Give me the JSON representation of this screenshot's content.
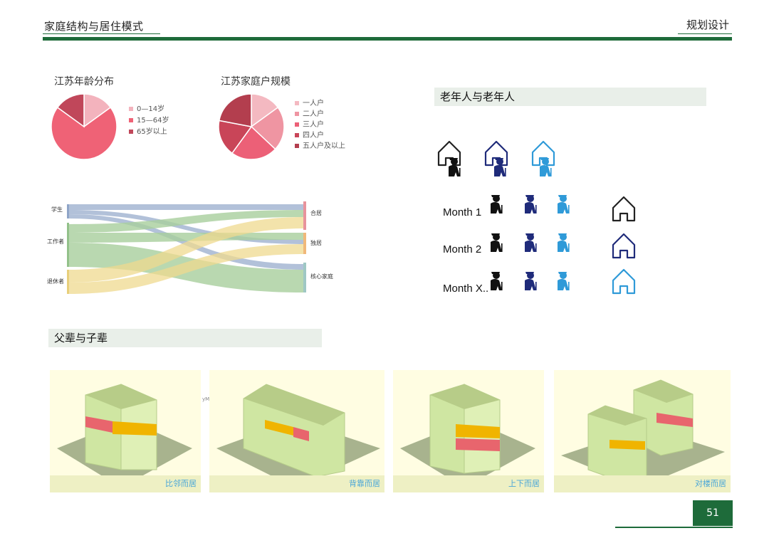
{
  "header": {
    "left_title": "家庭结构与居住模式",
    "right_title": "规划设计"
  },
  "colors": {
    "brand_green": "#1e6b3a",
    "band_bg": "#e9efe9",
    "panel_bg": "#fffde2"
  },
  "age_chart": {
    "title": "江苏年龄分布",
    "legend": [
      "0—14岁",
      "15—64岁",
      "65岁以上"
    ],
    "colors": [
      "#f3b3bd",
      "#ef6276",
      "#c0475a"
    ]
  },
  "household_chart": {
    "title": "江苏家庭户规模",
    "legend": [
      "一人户",
      "二人户",
      "三人户",
      "四人户",
      "五人户及以上"
    ],
    "colors": [
      "#f4b9c1",
      "#ef95a2",
      "#ec6077",
      "#c94558",
      "#b33e4e"
    ]
  },
  "chart_data": [
    {
      "type": "pie",
      "title": "江苏年龄分布",
      "categories": [
        "0—14岁",
        "15—64岁",
        "65岁以上"
      ],
      "values": [
        15,
        70,
        15
      ]
    },
    {
      "type": "pie",
      "title": "江苏家庭户规模",
      "categories": [
        "一人户",
        "二人户",
        "三人户",
        "四人户",
        "五人户及以上"
      ],
      "values": [
        15,
        22,
        23,
        18,
        22
      ]
    }
  ],
  "sankey": {
    "sources": [
      "学生",
      "工作者",
      "退休者"
    ],
    "targets": [
      "合居",
      "独居",
      "核心家庭"
    ]
  },
  "elderly": {
    "band_title": "老年人与老年人",
    "months": [
      "Month 1",
      "Month 2",
      "Month X.."
    ],
    "colors": [
      "#111111",
      "#1f2b7a",
      "#2f9ad8"
    ]
  },
  "parents": {
    "band_title": "父辈与子辈",
    "panels": [
      "比邻而居",
      "背靠而居",
      "上下而居",
      "对楼而居"
    ],
    "stray_text": "yM"
  },
  "footer": {
    "page_number": "51"
  }
}
